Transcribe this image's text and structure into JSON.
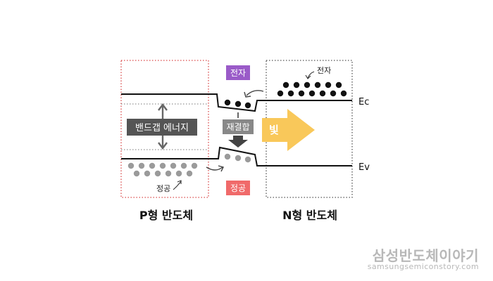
{
  "p_type_title": "P형 반도체",
  "n_type_title": "N형 반도체",
  "bandgap_label": "밴드갭 에너지",
  "electron_badge": "전자",
  "electron_note": "전자",
  "hole_badge": "정공",
  "hole_note": "정공",
  "recombination_label": "재결합",
  "light_label": "빛",
  "ec_label": "Ec",
  "ev_label": "Ev",
  "watermark": {
    "brand": "삼성반도체이야기",
    "site": "samsungsemiconstory.com"
  },
  "colors": {
    "electron_badge": "#9a5bc8",
    "hole_badge": "#f06a6a",
    "light_arrow": "#f9c85a",
    "p_box_border": "#d94a4a",
    "n_box_border": "#555555",
    "bandgap_box": "#555555",
    "recombination_box": "#888888",
    "electron": "#111111",
    "hole": "#9a9a9a"
  }
}
